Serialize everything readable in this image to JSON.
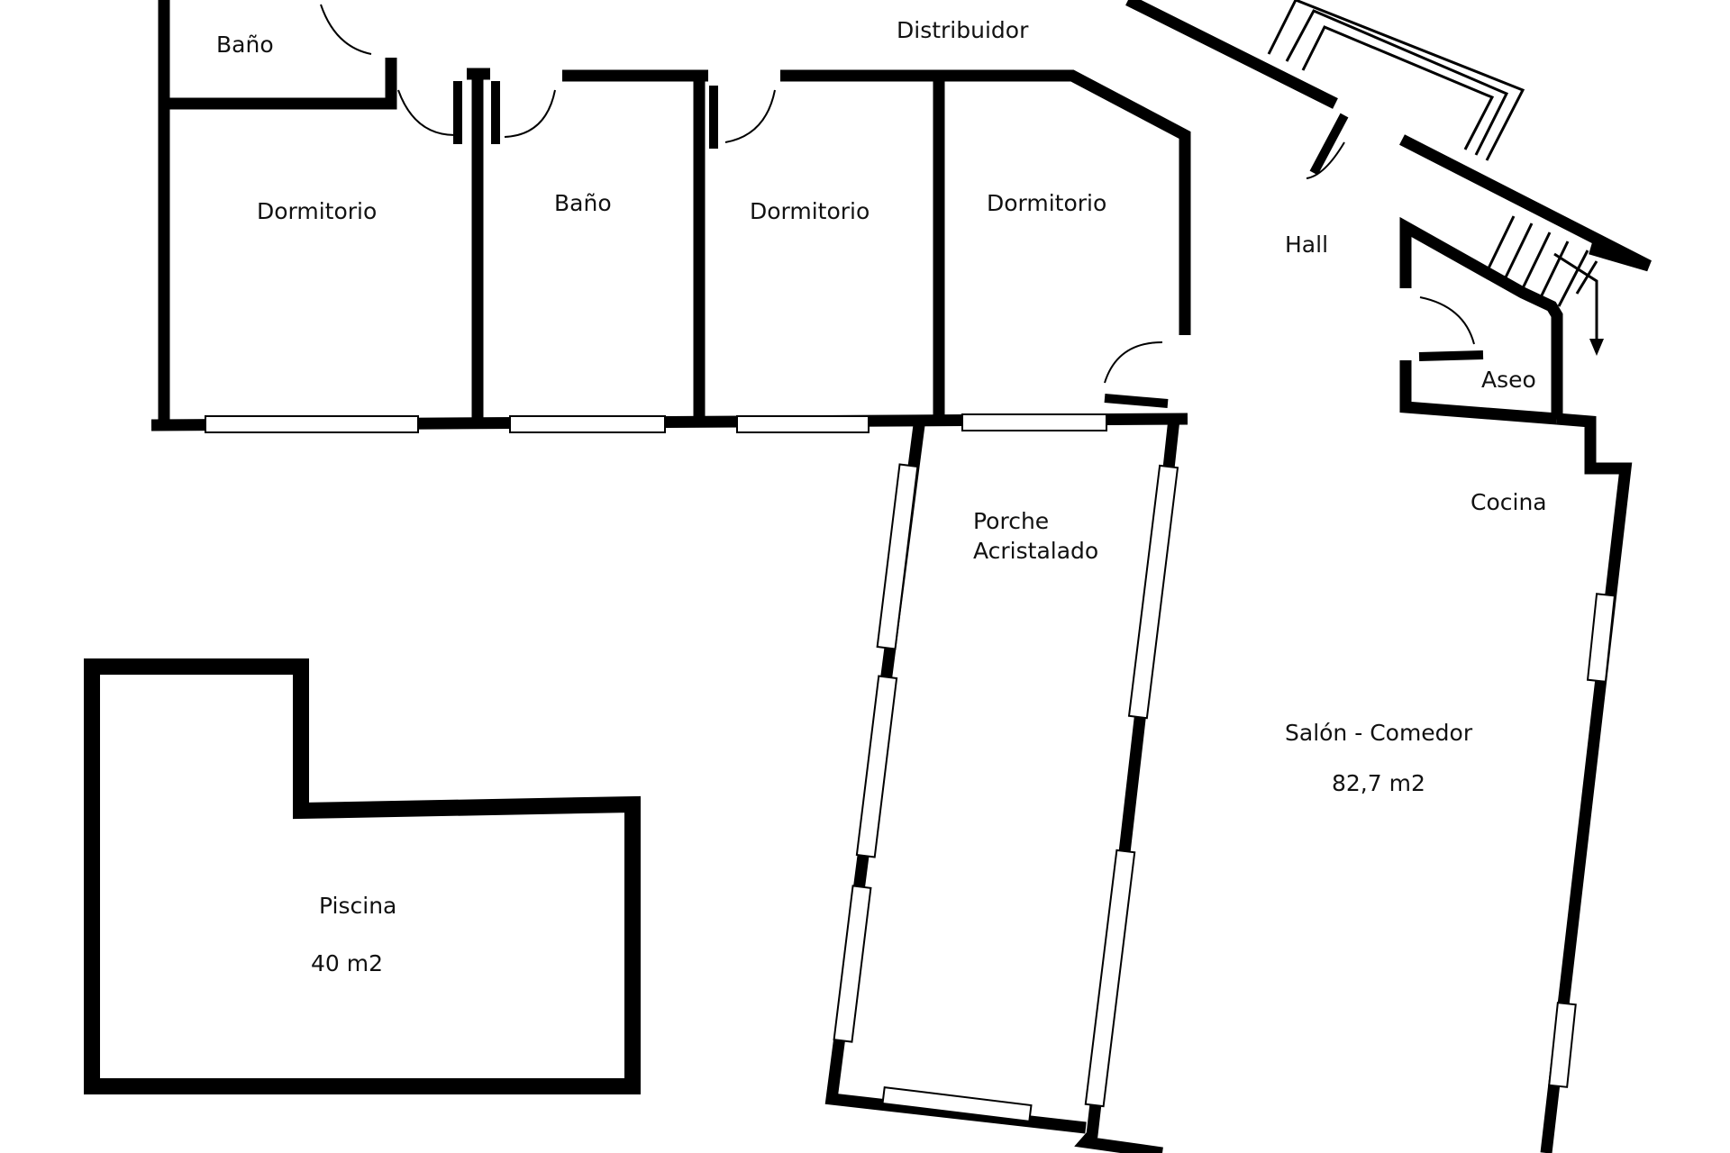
{
  "plan": {
    "rooms": {
      "bano_top": "Baño",
      "distribuidor": "Distribuidor",
      "dormitorio_1": "Dormitorio",
      "bano_2": "Baño",
      "dormitorio_2": "Dormitorio",
      "dormitorio_3": "Dormitorio",
      "hall": "Hall",
      "aseo": "Aseo",
      "cocina": "Cocina",
      "porche_line1": "Porche",
      "porche_line2": "Acristalado",
      "salon": "Salón - Comedor",
      "salon_area": "82,7 m2",
      "piscina": "Piscina",
      "piscina_area": "40 m2"
    },
    "colors": {
      "wall": "#000000",
      "background": "#ffffff",
      "text": "#111111"
    }
  }
}
